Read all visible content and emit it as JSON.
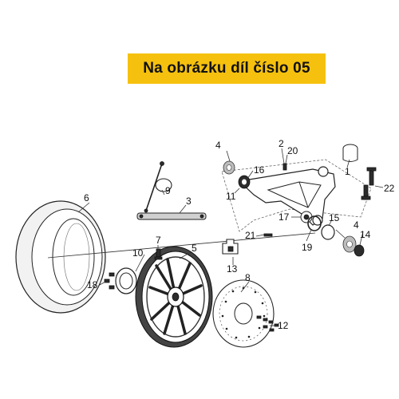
{
  "banner": {
    "text": "Na obrázku díl číslo 05"
  },
  "callouts": [
    "1",
    "2",
    "3",
    "4",
    "4",
    "5",
    "6",
    "7",
    "8",
    "9",
    "10",
    "11",
    "12",
    "13",
    "14",
    "15",
    "16",
    "17",
    "18",
    "19",
    "20",
    "21",
    "22"
  ]
}
